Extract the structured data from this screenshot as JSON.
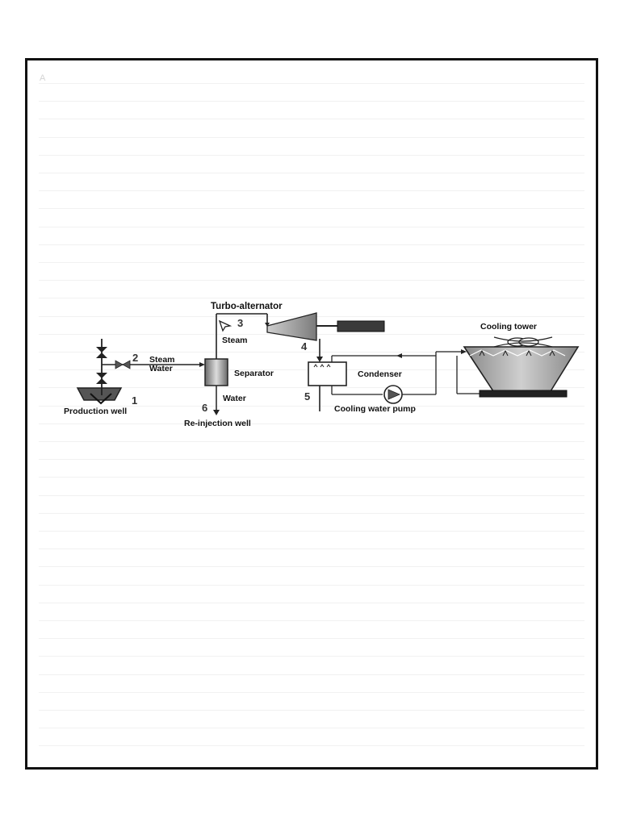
{
  "page": {
    "mark": "A"
  },
  "diagram": {
    "labels": {
      "turbo_alternator": "Turbo-alternator",
      "steam_top": "Steam",
      "steam_mid": "Steam",
      "water_mid": "Water",
      "separator": "Separator",
      "water_bottom": "Water",
      "condenser": "Condenser",
      "cooling_tower": "Cooling tower",
      "cooling_water_pump": "Cooling water pump",
      "production_well": "Production well",
      "reinjection_well": "Re-injection well"
    },
    "state_points": [
      "1",
      "2",
      "3",
      "4",
      "5",
      "6"
    ]
  }
}
